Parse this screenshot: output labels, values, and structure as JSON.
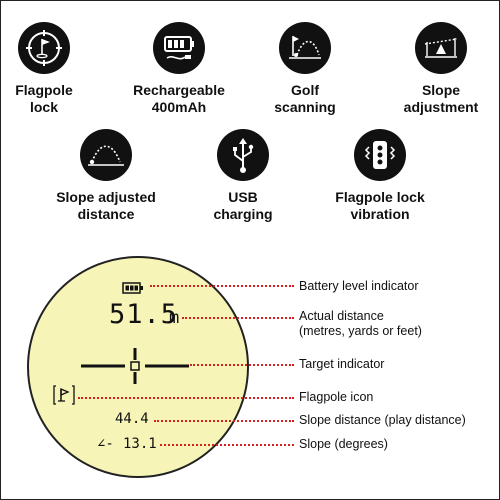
{
  "features": [
    {
      "icon": "flagpole-lock-icon",
      "label": "Flagpole\nlock"
    },
    {
      "icon": "battery-charging-icon",
      "label": "Rechargeable\n400mAh"
    },
    {
      "icon": "golf-scanning-icon",
      "label": "Golf\nscanning"
    },
    {
      "icon": "slope-adjustment-icon",
      "label": "Slope\nadjustment"
    },
    {
      "icon": "slope-distance-icon",
      "label": "Slope adjusted\ndistance"
    },
    {
      "icon": "usb-icon",
      "label": "USB\ncharging"
    },
    {
      "icon": "vibration-icon",
      "label": "Flagpole lock\nvibration"
    }
  ],
  "display": {
    "distance": "51.5",
    "unit": "m",
    "slope_distance": "44.4",
    "slope_symbol": "∠-",
    "slope_value": "13.1"
  },
  "callouts": {
    "battery": "Battery level indicator",
    "distance": "Actual distance\n(metres, yards or feet)",
    "target": "Target indicator",
    "flagpole": "Flagpole icon",
    "slope_distance": "Slope distance (play distance)",
    "slope": "Slope (degrees)"
  },
  "colors": {
    "icon_bg": "#111111",
    "display_bg": "#f7f4b8",
    "leader": "#d42020"
  }
}
